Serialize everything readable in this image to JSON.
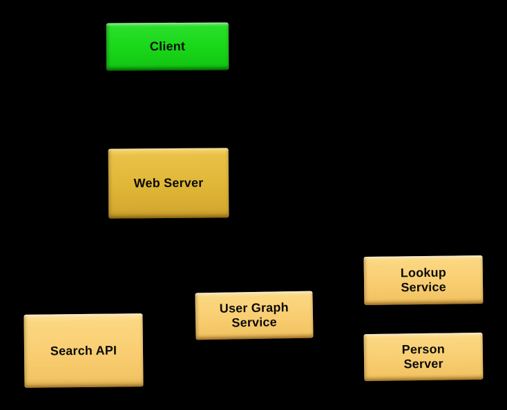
{
  "diagram": {
    "background_color": "#000000",
    "text_color": "#0b0b0b",
    "node_colors": {
      "client_green": "#19d819",
      "web_server_gold": "#e0b737",
      "service_light_gold": "#f9ce72"
    },
    "nodes": {
      "client": {
        "line1": "Client",
        "fill": "#19d819"
      },
      "web_server": {
        "line1": "Web Server",
        "fill": "#e0b737"
      },
      "lookup_service": {
        "line1": "Lookup",
        "line2": "Service",
        "fill": "#f9ce72"
      },
      "user_graph_service": {
        "line1": "User Graph",
        "line2": "Service",
        "fill": "#f9ce72"
      },
      "search_api": {
        "line1": "Search API",
        "fill": "#f9ce72"
      },
      "person_server": {
        "line1": "Person",
        "line2": "Server",
        "fill": "#f9ce72"
      }
    }
  }
}
